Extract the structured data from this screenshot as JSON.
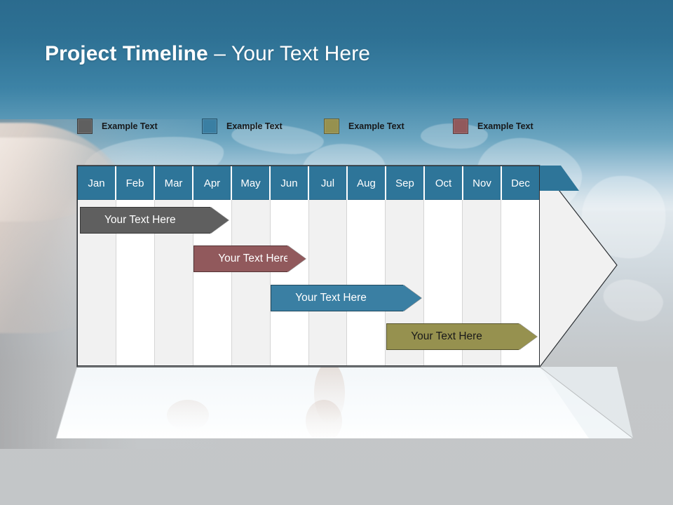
{
  "slide": {
    "title_bold": "Project Timeline",
    "title_rest": " – Your Text Here"
  },
  "colors": {
    "header_blue": "#2e7599",
    "gray": "#5f5f5f",
    "blue": "#3a7fa3",
    "olive": "#96914f",
    "maroon": "#91595c",
    "background_top": "#2b6b8e",
    "background_bottom": "#c3c6c8",
    "grid_alt": "#f1f1f1",
    "grid_base": "#ffffff",
    "outline": "#2b2f33"
  },
  "legend": {
    "items": [
      {
        "label": "Example Text",
        "color": "#5f5f5f"
      },
      {
        "label": "Example Text",
        "color": "#3a7fa3"
      },
      {
        "label": "Example Text",
        "color": "#96914f"
      },
      {
        "label": "Example Text",
        "color": "#91595c"
      }
    ]
  },
  "chart_data": {
    "type": "bar",
    "title": "Project Timeline – Your Text Here",
    "xlabel": "",
    "ylabel": "",
    "categories": [
      "Jan",
      "Feb",
      "Mar",
      "Apr",
      "May",
      "Jun",
      "Jul",
      "Aug",
      "Sep",
      "Oct",
      "Nov",
      "Dec"
    ],
    "legend_position": "top",
    "grid": true,
    "series": [
      {
        "name": "Example Text",
        "label": "Your  Text Here",
        "color": "#5f5f5f",
        "text_color": "#ffffff",
        "start_month": "Jan",
        "end_month": "Apr",
        "start_index": 0,
        "end_index": 3.9,
        "row": 0
      },
      {
        "name": "Example Text",
        "label": "Your  Text Here",
        "color": "#91595c",
        "text_color": "#ffffff",
        "start_month": "Apr",
        "end_month": "Jun",
        "start_index": 2.95,
        "end_index": 5.9,
        "row": 1
      },
      {
        "name": "Example Text",
        "label": "Your  Text Here",
        "color": "#3a7fa3",
        "text_color": "#ffffff",
        "start_month": "Jun",
        "end_month": "Sep",
        "start_index": 4.95,
        "end_index": 8.9,
        "row": 2
      },
      {
        "name": "Example Text",
        "label": "Your  Text Here",
        "color": "#96914f",
        "text_color": "#1a1a1a",
        "start_month": "Sep",
        "end_month": "Nov",
        "start_index": 7.95,
        "end_index": 11.9,
        "row": 3
      }
    ]
  }
}
